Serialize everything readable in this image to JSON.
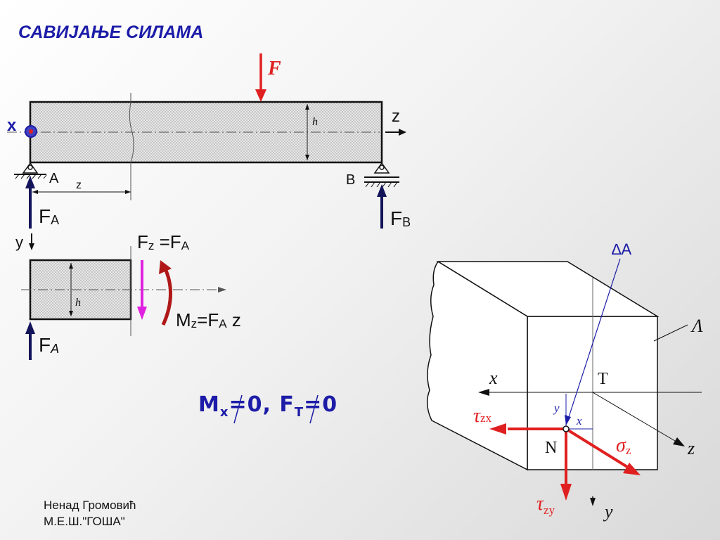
{
  "title": "САВИЈАЊЕ СИЛАМА",
  "condition": {
    "mx": "M",
    "mx_sub": "x",
    "eq0": "=0,",
    "ft": " F",
    "ft_sub": "T",
    "eq1": "=0"
  },
  "author": {
    "line1": "Ненад Громовић",
    "line2": "М.Е.Ш.\"ГОША\""
  },
  "beam": {
    "force": "F",
    "height": "h",
    "axis_z": "z",
    "axis_x": "x",
    "support_a": "A",
    "support_b": "B",
    "dist": "z",
    "reaction_a": "F",
    "reaction_a_sub": "A",
    "reaction_b": "F",
    "reaction_b_sub": "B"
  },
  "section": {
    "axis_y": "y",
    "shear_label": "F",
    "shear_sub": "z",
    "shear_eq": " =F",
    "shear_eq_sub": "A",
    "height": "h",
    "reaction": "F",
    "reaction_sub": "A",
    "moment": "M",
    "moment_sub": "z",
    "moment_eq": "=F",
    "moment_eq_sub": "A",
    "moment_tail": " z"
  },
  "element": {
    "delta_a": "∆A",
    "cross_section": "Λ",
    "axis_x": "x",
    "axis_y": "y",
    "axis_z": "z",
    "centroid": "T",
    "point": "N",
    "coord_x": "x",
    "coord_y": "y",
    "tau_zx": "τ",
    "tau_zx_sub": "zx",
    "tau_zy": "τ",
    "tau_zy_sub": "zy",
    "sigma": "σ",
    "sigma_sub": "z"
  },
  "colors": {
    "title": "#1c1ca8",
    "force": "#e02020",
    "reaction": "#14145a",
    "shear": "#e020e0",
    "moment": "#b01818"
  }
}
